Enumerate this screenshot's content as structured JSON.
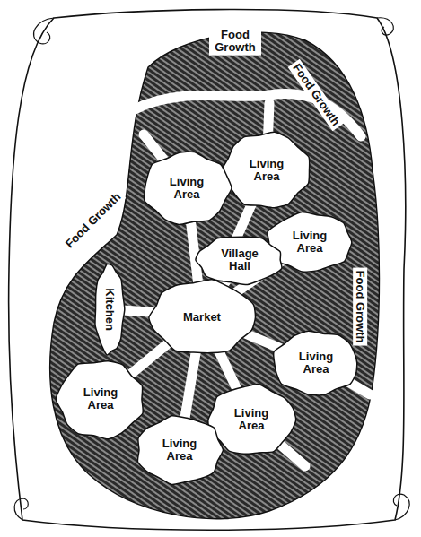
{
  "diagram": {
    "nodes": [
      {
        "text": [
          "Living Area"
        ]
      },
      {
        "text": [
          "Living Area"
        ]
      },
      {
        "text": [
          "Living Area"
        ]
      },
      {
        "text": [
          "Village Hall"
        ]
      },
      {
        "text": [
          "Market"
        ]
      },
      {
        "text": [
          "Kitchen"
        ]
      },
      {
        "text": [
          "Living Area"
        ]
      },
      {
        "text": [
          "Living Area"
        ]
      },
      {
        "text": [
          "Living Area"
        ]
      },
      {
        "text": [
          "Living Area"
        ]
      }
    ],
    "labels": [
      "Food Growth",
      "Food Growth",
      "Food Growth",
      "Food Growth"
    ]
  }
}
